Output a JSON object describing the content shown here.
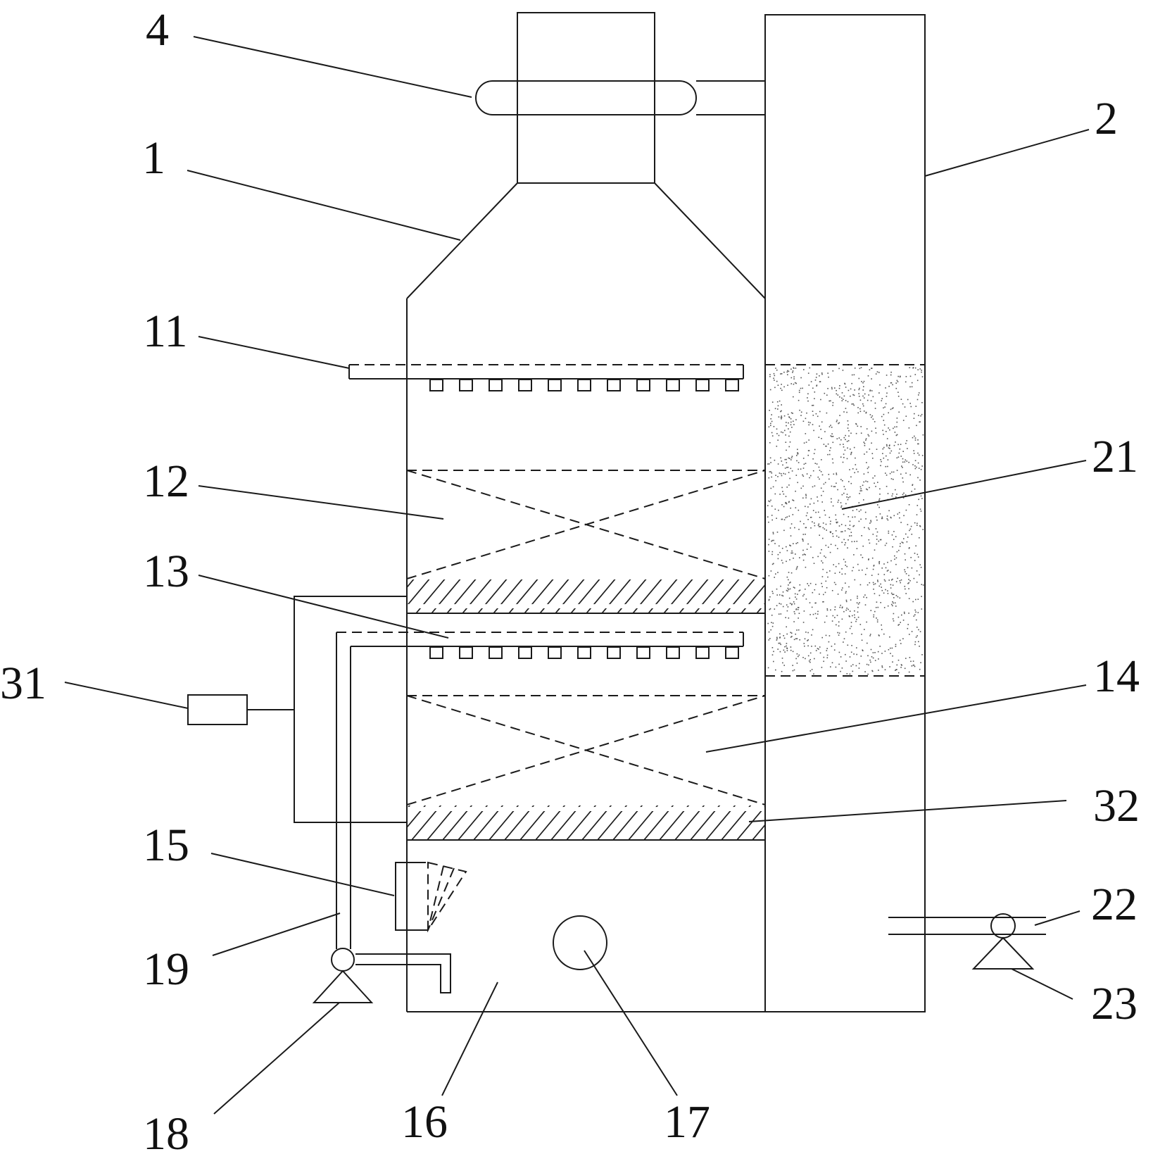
{
  "colors": {
    "stroke": "#1a1a1a",
    "background": "#ffffff",
    "packing_dots": "#555555"
  },
  "labels": {
    "l1": "1",
    "l2": "2",
    "l4": "4",
    "l11": "11",
    "l12": "12",
    "l13": "13",
    "l14": "14",
    "l15": "15",
    "l16": "16",
    "l17": "17",
    "l18": "18",
    "l19": "19",
    "l21": "21",
    "l22": "22",
    "l23": "23",
    "l31": "31",
    "l32": "32"
  }
}
